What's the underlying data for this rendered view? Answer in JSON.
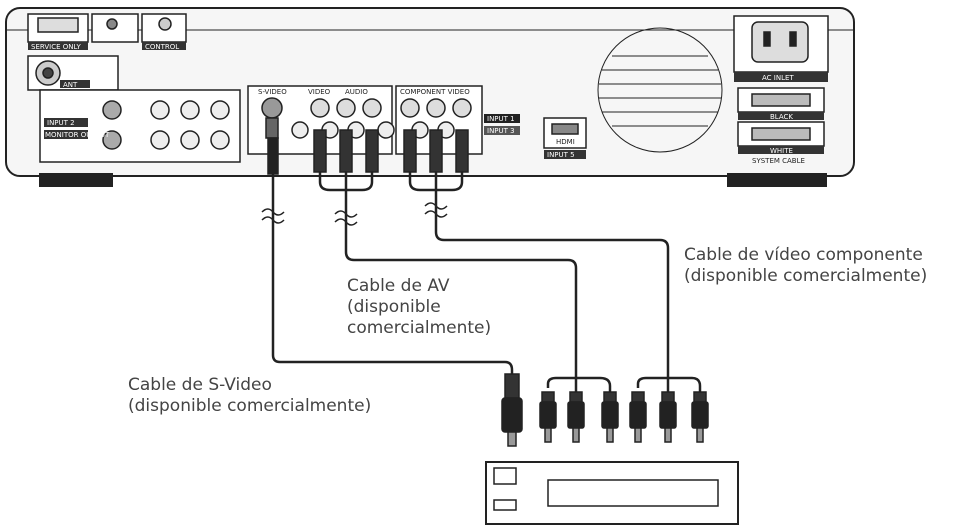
{
  "callouts": {
    "component": {
      "line1": "Cable de vídeo componente",
      "line2": "(disponible comercialmente)"
    },
    "av": {
      "line1": "Cable de AV",
      "line2": "(disponible",
      "line3": "comercialmente)"
    },
    "svideo": {
      "line1": "Cable de S-Video",
      "line2": "(disponible comercialmente)"
    }
  },
  "panel_labels": {
    "service_only": "SERVICE ONLY",
    "control": "CONTROL",
    "ac_inlet": "AC INLET",
    "input1": "INPUT 1",
    "input3": "INPUT 3",
    "input2": "INPUT 2",
    "monitor_output": "MONITOR OUTPUT",
    "input5": "INPUT 5",
    "system_cable": "SYSTEM CABLE",
    "ant": "ANT",
    "s_video": "S-VIDEO",
    "video": "VIDEO",
    "audio": "AUDIO",
    "component_video": "COMPONENT VIDEO",
    "hdmi": "HDMI",
    "black": "BLACK",
    "white": "WHITE"
  },
  "colors": {
    "line": "#222222",
    "panel": "#f4f4f4",
    "label_box": "#333333",
    "text": "#444444"
  }
}
